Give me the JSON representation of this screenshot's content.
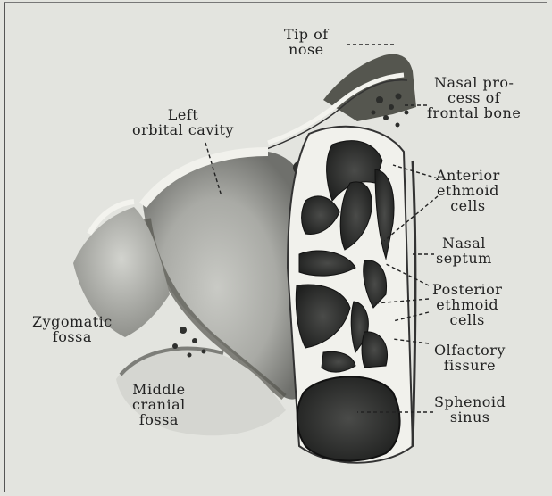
{
  "figure": {
    "labels": {
      "tip_of_nose": [
        "Tip of",
        "nose"
      ],
      "nasal_process": [
        "Nasal pro-",
        "cess of",
        "frontal bone"
      ],
      "left_orbital": [
        "Left",
        "orbital cavity"
      ],
      "anterior_ethmoid": [
        "Anterior",
        "ethmoid",
        "cells"
      ],
      "nasal_septum": [
        "Nasal",
        "septum"
      ],
      "zygomatic_fossa": [
        "Zygomatic",
        "fossa"
      ],
      "posterior_ethmoid": [
        "Posterior",
        "ethmoid",
        "cells"
      ],
      "olfactory_fissure": [
        "Olfactory",
        "fissure"
      ],
      "middle_cranial_fossa": [
        "Middle",
        "cranial",
        "fossa"
      ],
      "sphenoid_sinus": [
        "Sphenoid",
        "sinus"
      ]
    },
    "colors": {
      "paper": "#e3e4df",
      "bone": "#f1f1ec",
      "shadow": "#7a7b77",
      "cavity": "#2b2c2b",
      "ink": "#222222"
    }
  }
}
